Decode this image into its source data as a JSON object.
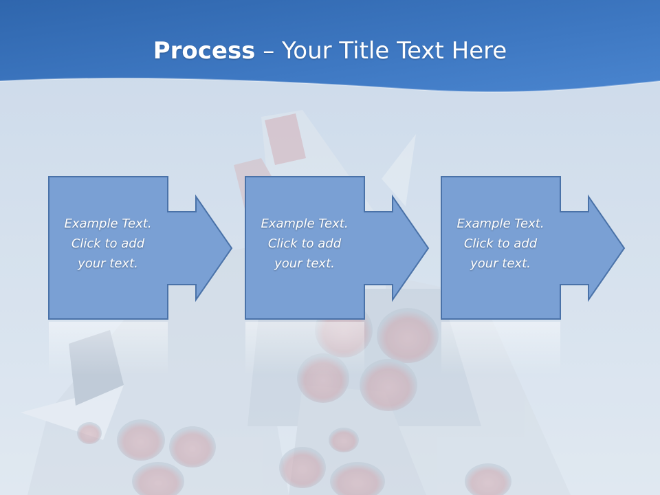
{
  "slide": {
    "title_bold": "Process",
    "title_rest": " – Your Title Text Here"
  },
  "steps": [
    {
      "line1": "Example Text.",
      "line2": "Click  to add",
      "line3": "your text."
    },
    {
      "line1": "Example Text.",
      "line2": "Click  to add",
      "line3": "your text."
    },
    {
      "line1": "Example Text.",
      "line2": "Click  to add",
      "line3": "your text."
    }
  ],
  "colors": {
    "header_blue": "#3b74bd",
    "shape_fill": "#7aa0d4",
    "shape_border": "#4a72a8"
  }
}
